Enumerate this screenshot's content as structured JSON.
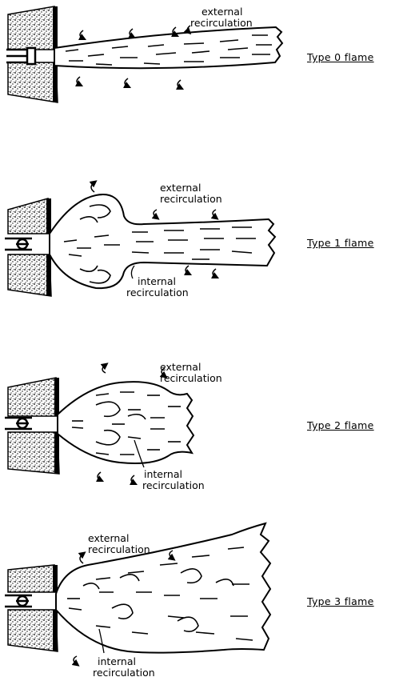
{
  "panels": [
    {
      "type_label": "Type 0 flame",
      "external_label": [
        "external",
        "recirculation"
      ],
      "internal_label": []
    },
    {
      "type_label": "Type 1 flame",
      "external_label": [
        "external",
        "recirculation"
      ],
      "internal_label": [
        "internal",
        "recirculation"
      ]
    },
    {
      "type_label": "Type 2 flame",
      "external_label": [
        "external",
        "recirculation"
      ],
      "internal_label": [
        "internal",
        "recirculation"
      ]
    },
    {
      "type_label": "Type 3 flame",
      "external_label": [
        "external",
        "recirculation"
      ],
      "internal_label": [
        "internal",
        "recirculation"
      ]
    }
  ]
}
